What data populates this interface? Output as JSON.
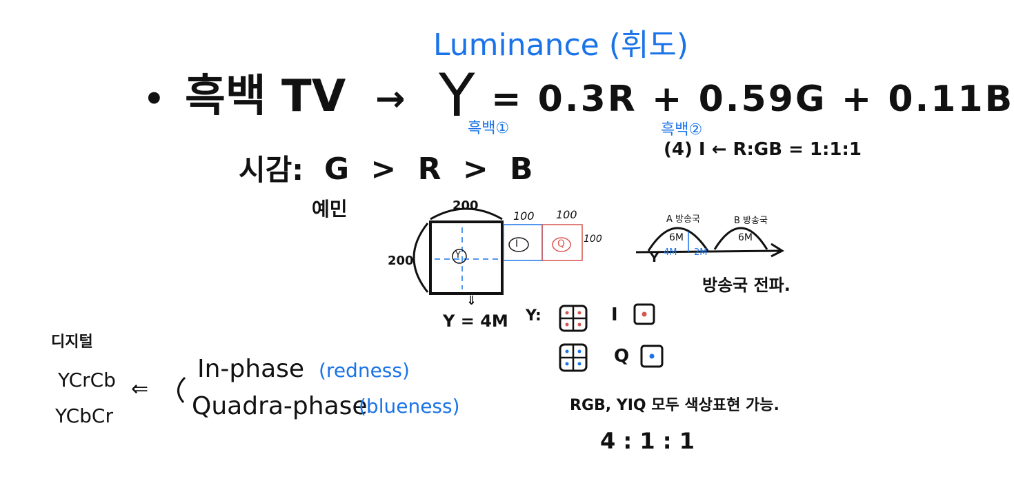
{
  "colors": {
    "ink": "#111111",
    "blue": "#1a73e8",
    "red": "#d9534f"
  },
  "header": {
    "luminance_label": "Luminance (휘도)",
    "bullet": "•",
    "bw_tv": "흑백 TV",
    "arrow": "→",
    "formula_y": "Y",
    "formula_rest": "= 0.3R + 0.59G + 0.11B",
    "note_bw1": "흑백①",
    "note_bw2": "흑백②",
    "ratio_line": "(4) I ← R:GB = 1:1:1"
  },
  "vision": {
    "label": "시감:",
    "order": "G > R > B"
  },
  "example": {
    "label": "예민",
    "dim_top": "200",
    "dim_left": "200",
    "dim_i_top": "100",
    "dim_q_top": "100",
    "dim_right": "100",
    "box_y": "Y",
    "box_i": "I",
    "box_q": "Q",
    "down_arrow": "⇓",
    "result": "Y = 4M",
    "sub_y_label": "Y:",
    "sub_i_label": "I",
    "sub_q_label": "Q"
  },
  "broadcast": {
    "a_station": "A 방송국",
    "b_station": "B 방송국",
    "a_bw": "6M",
    "b_bw": "6M",
    "y_mark": "Y",
    "y_bw": "4M",
    "c_bw": "2M",
    "caption": "방송국 전파."
  },
  "digital": {
    "label": "디지털",
    "ycrcb": "YCrCb",
    "ycbcr": "YCbCr",
    "implies": "⇐",
    "brace": "{",
    "inphase": "In-phase",
    "inphase_note": "(redness)",
    "quadra": "Quadra-phase",
    "quadra_note": "(blueness)"
  },
  "footer": {
    "note": "RGB, YIQ 모두 색상표현 가능.",
    "ratio": "4 : 1 : 1"
  }
}
